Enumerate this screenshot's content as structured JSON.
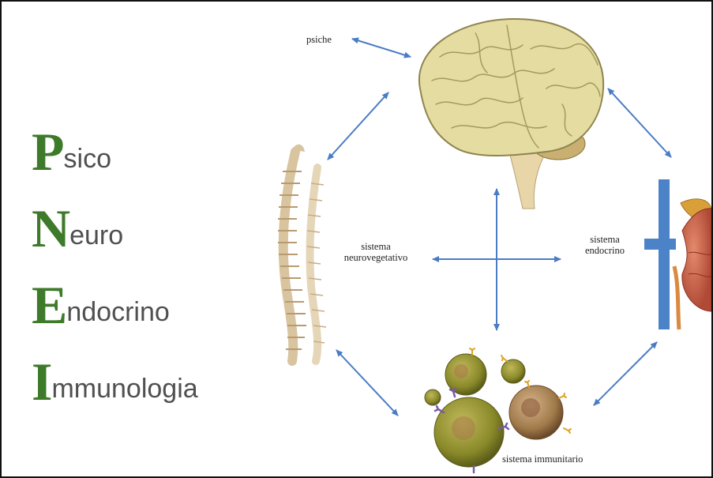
{
  "acronym": [
    {
      "initial": "P",
      "rest": "sico"
    },
    {
      "initial": "N",
      "rest": "euro"
    },
    {
      "initial": "E",
      "rest": "ndocrino"
    },
    {
      "initial": "I",
      "rest": "mmunologia"
    }
  ],
  "labels": {
    "psiche": "psiche",
    "neurovegetativo": "sistema\nneurovegetativo",
    "endocrino": "sistema\nendocrino",
    "immunitario": "sistema immunitario"
  },
  "colors": {
    "accent_green": "#3d7a2a",
    "text_gray": "#505050",
    "arrow_blue": "#4a7cc4",
    "brain": "#e4dca0",
    "spine": "#e8d7b8",
    "kidney": "#c8604a",
    "vein": "#4b82c8",
    "cell": "#8a8a2a"
  },
  "icons": [
    "brain-icon",
    "spine-icon",
    "kidney-icon",
    "immune-cells-icon"
  ]
}
